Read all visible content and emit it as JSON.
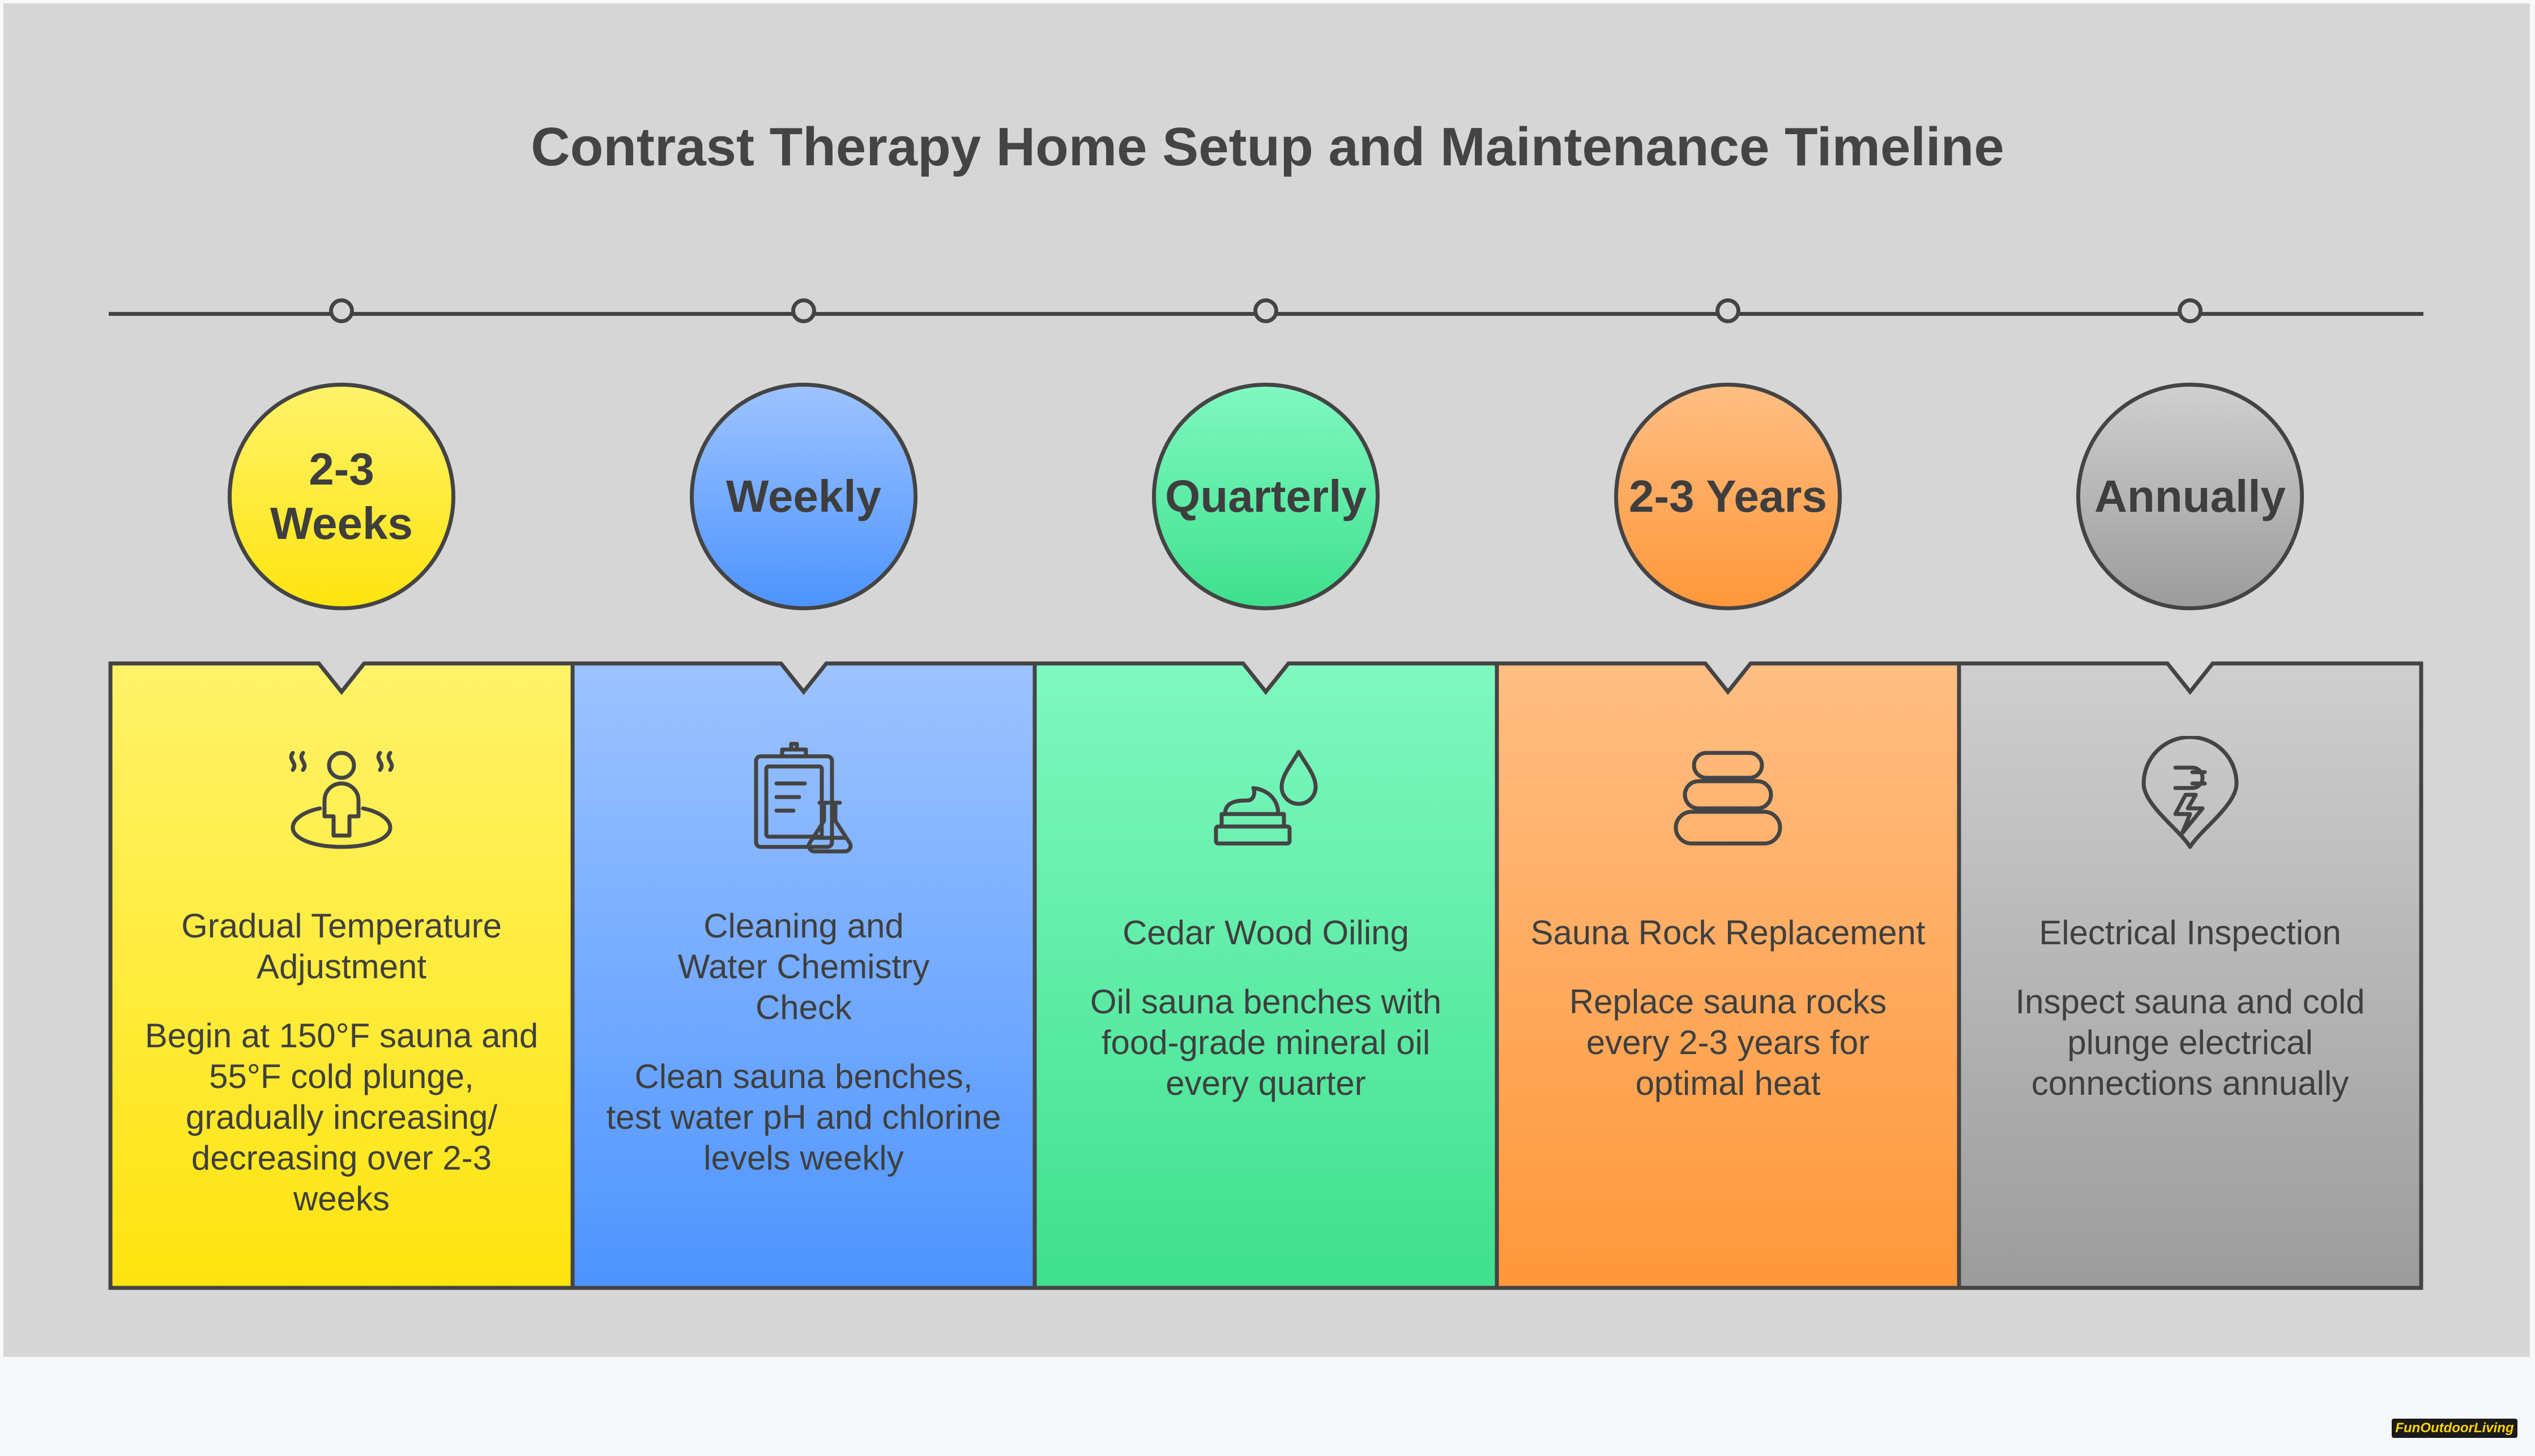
{
  "title": "Contrast Therapy Home Setup and Maintenance Timeline",
  "colors": {
    "panel_bg": "#d6d6d6",
    "stroke": "#444444",
    "yellow": [
      "#fff36a",
      "#ffe40f"
    ],
    "blue": [
      "#9dc3ff",
      "#4d94ff"
    ],
    "green": [
      "#7ff8c0",
      "#3fe08e"
    ],
    "orange": [
      "#ffbe83",
      "#ff973a"
    ],
    "gray": [
      "#cfcfcf",
      "#9c9c9c"
    ]
  },
  "stages": [
    {
      "label": "2-3\nWeeks",
      "icon": "sauna-person-icon",
      "color_key": "yellow",
      "title": "Gradual Temperature Adjustment",
      "description": "Begin at 150°F sauna and 55°F cold plunge, gradually increasing/ decreasing over 2-3 weeks"
    },
    {
      "label": "Weekly",
      "icon": "clipboard-flask-icon",
      "color_key": "blue",
      "title": "Cleaning and Water Chemistry Check",
      "description": "Clean sauna benches, test water pH and chlorine levels weekly"
    },
    {
      "label": "Quarterly",
      "icon": "cream-drop-icon",
      "color_key": "green",
      "title": "Cedar Wood Oiling",
      "description": "Oil sauna benches with food-grade mineral oil every quarter"
    },
    {
      "label": "2-3 Years",
      "icon": "stacked-stones-icon",
      "color_key": "orange",
      "title": "Sauna Rock Replacement",
      "description": "Replace sauna rocks every 2-3 years for optimal heat"
    },
    {
      "label": "Annually",
      "icon": "plug-bolt-pin-icon",
      "color_key": "gray",
      "title": "Electrical Inspection",
      "description": "Inspect sauna and cold plunge electrical connections annually"
    }
  ],
  "logo": {
    "text": "FunOutdoorLiving"
  }
}
